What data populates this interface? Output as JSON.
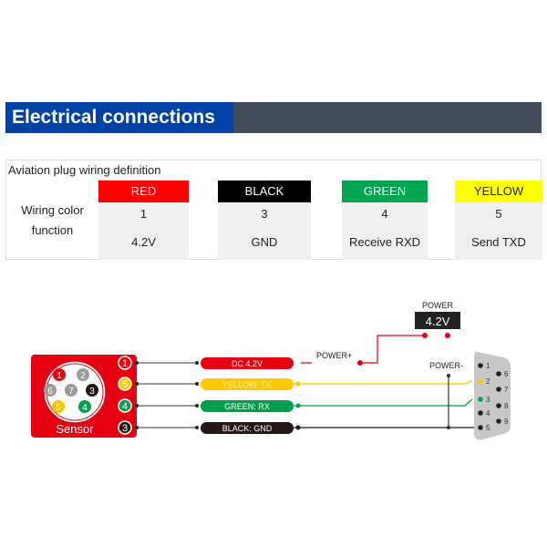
{
  "header": {
    "title": "Electrical connections"
  },
  "table": {
    "title": "Aviation plug wiring definition",
    "row_label_1": "Wiring color",
    "row_label_2": "function",
    "columns": [
      {
        "color": "RED",
        "pin": "1",
        "function": "4.2V",
        "bg": "#ff0000",
        "fg": "#ffffff"
      },
      {
        "color": "BLACK",
        "pin": "3",
        "function": "GND",
        "bg": "#000000",
        "fg": "#ffffff"
      },
      {
        "color": "GREEN",
        "pin": "4",
        "function": "Receive RXD",
        "bg": "#00a64f",
        "fg": "#ffffff"
      },
      {
        "color": "YELLOW",
        "pin": "5",
        "function": "Send TXD",
        "bg": "#ffff00",
        "fg": "#222222"
      }
    ]
  },
  "diagram": {
    "sensor_label": "Sensor",
    "sensor_pins": [
      "1",
      "2",
      "6",
      "7",
      "3",
      "5",
      "4"
    ],
    "side_pins": [
      "1",
      "5",
      "4",
      "3"
    ],
    "wires": [
      "DC 4.2V",
      "YELLOW:  TX",
      "GREEN:  RX",
      "BLACK:  GND"
    ],
    "power_label": "POWER",
    "power_value": "4.2V",
    "power_plus": "POWER+",
    "power_minus": "POWER-",
    "db9_pins": [
      "1",
      "2",
      "3",
      "4",
      "5",
      "6",
      "7",
      "8",
      "9"
    ]
  }
}
